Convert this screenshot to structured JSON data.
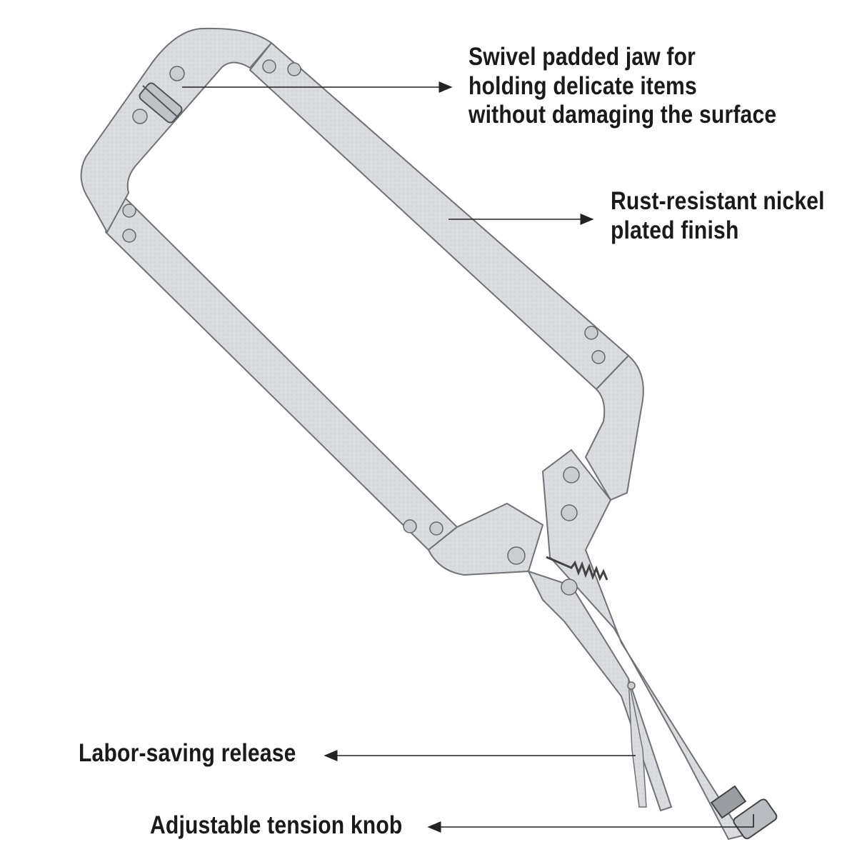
{
  "image": {
    "subject": "c-clamp-locking-pliers-icon",
    "background_color": "#ffffff",
    "metal_color": "#d9dbde",
    "outline_color": "#6f7276",
    "text_color": "#1a1a1a"
  },
  "callouts": [
    {
      "lines": [
        "Swivel padded jaw for",
        "holding delicate items",
        "without damaging the surface"
      ]
    },
    {
      "lines": [
        "Rust-resistant nickel",
        "plated finish"
      ]
    },
    {
      "lines": [
        "Labor-saving release"
      ]
    },
    {
      "lines": [
        "Adjustable tension knob"
      ]
    }
  ]
}
